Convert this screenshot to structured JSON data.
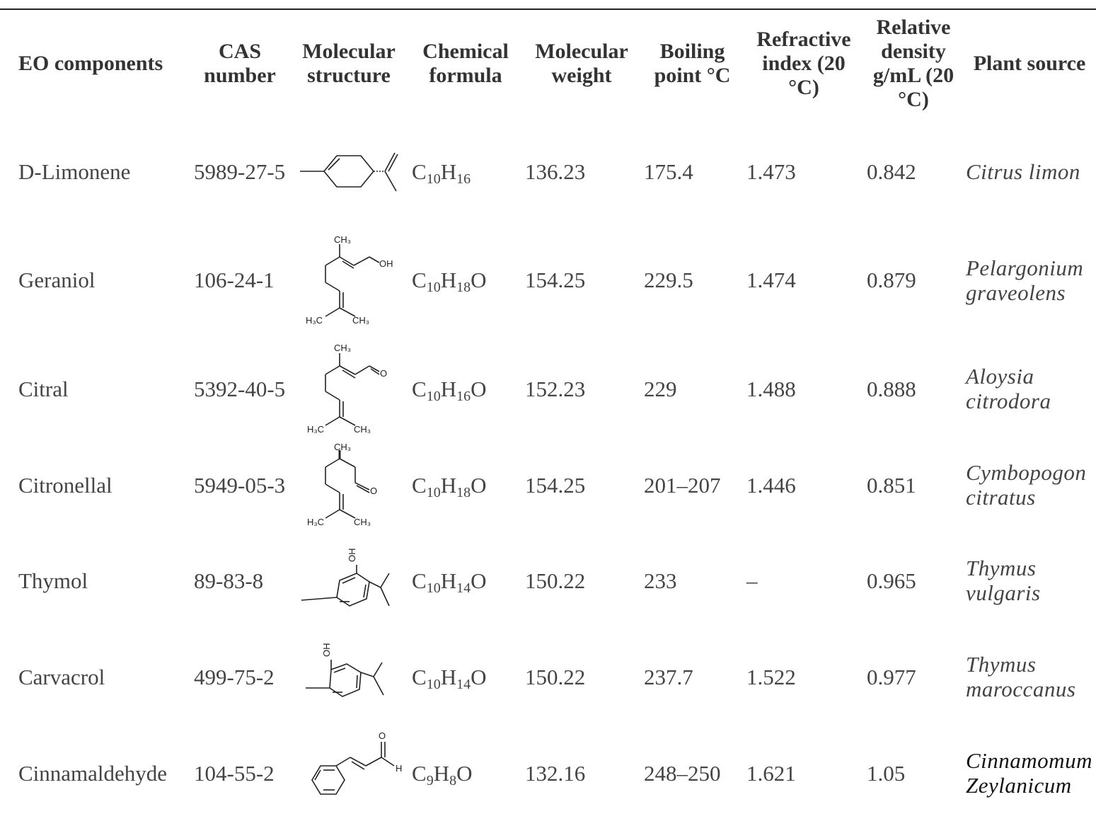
{
  "headers": {
    "component": "EO components",
    "cas": "CAS number",
    "structure": "Molecular structure",
    "formula": "Chemical formula",
    "weight": "Molecular weight",
    "boiling": "Boiling point °C",
    "refractive": "Refractive index (20 °C)",
    "density": "Relative density g/mL (20 °C)",
    "source": "Plant source"
  },
  "rows": [
    {
      "name": "D-Limonene",
      "cas": "5989-27-5",
      "structure_icon": "limonene-structure-icon",
      "formula": {
        "f1": "C",
        "n1": "10",
        "f2": "H",
        "n2": "16",
        "f3": ""
      },
      "weight": "136.23",
      "boiling": "175.4",
      "refractive": "1.473",
      "density": "0.842",
      "source": "Citrus limon"
    },
    {
      "name": "Geraniol",
      "cas": "106-24-1",
      "structure_icon": "geraniol-structure-icon",
      "formula": {
        "f1": "C",
        "n1": "10",
        "f2": "H",
        "n2": "18",
        "f3": "O"
      },
      "weight": "154.25",
      "boiling": "229.5",
      "refractive": "1.474",
      "density": "0.879",
      "source": "Pelargonium graveolens"
    },
    {
      "name": "Citral",
      "cas": "5392-40-5",
      "structure_icon": "citral-structure-icon",
      "formula": {
        "f1": "C",
        "n1": "10",
        "f2": "H",
        "n2": "16",
        "f3": "O"
      },
      "weight": "152.23",
      "boiling": "229",
      "refractive": "1.488",
      "density": "0.888",
      "source": "Aloysia citrodora"
    },
    {
      "name": "Citronellal",
      "cas": "5949-05-3",
      "structure_icon": "citronellal-structure-icon",
      "formula": {
        "f1": "C",
        "n1": "10",
        "f2": "H",
        "n2": "18",
        "f3": "O"
      },
      "weight": "154.25",
      "boiling": "201–207",
      "refractive": "1.446",
      "density": "0.851",
      "source": "Cymbopogon citratus"
    },
    {
      "name": "Thymol",
      "cas": "89-83-8",
      "structure_icon": "thymol-structure-icon",
      "formula": {
        "f1": "C",
        "n1": "10",
        "f2": "H",
        "n2": "14",
        "f3": "O"
      },
      "weight": "150.22",
      "boiling": "233",
      "refractive": "–",
      "density": "0.965",
      "source": "Thymus vulgaris"
    },
    {
      "name": "Carvacrol",
      "cas": "499-75-2",
      "structure_icon": "carvacrol-structure-icon",
      "formula": {
        "f1": "C",
        "n1": "10",
        "f2": "H",
        "n2": "14",
        "f3": "O"
      },
      "weight": "150.22",
      "boiling": "237.7",
      "refractive": "1.522",
      "density": "0.977",
      "source": "Thymus maroccanus"
    },
    {
      "name": "Cinnamaldehyde",
      "cas": "104-55-2",
      "structure_icon": "cinnamaldehyde-structure-icon",
      "formula": {
        "f1": "C",
        "n1": "9",
        "f2": "H",
        "n2": "8",
        "f3": "O"
      },
      "weight": "132.16",
      "boiling": "248–250",
      "refractive": "1.621",
      "density": "1.05",
      "source": "Cinnamomum Zeylanicum"
    }
  ],
  "structure_labels": {
    "ch3": "CH₃",
    "oh": "OH",
    "h3c": "H₃C",
    "o": "O",
    "h": "H"
  }
}
